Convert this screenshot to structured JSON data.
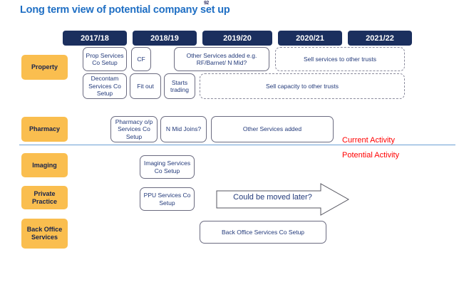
{
  "slide": {
    "title": "Long term view of potential company set up",
    "title_artifact": "92"
  },
  "timeline": {
    "years": [
      {
        "label": "2017/18"
      },
      {
        "label": "2018/19"
      },
      {
        "label": "2019/20"
      },
      {
        "label": "2020/21"
      },
      {
        "label": "2021/22"
      }
    ]
  },
  "rows": [
    {
      "key": "property",
      "label": "Property"
    },
    {
      "key": "pharmacy",
      "label": "Pharmacy"
    },
    {
      "key": "imaging",
      "label": "Imaging"
    },
    {
      "key": "private",
      "label": "Private Practice"
    },
    {
      "key": "backoffice",
      "label": "Back Office Services"
    }
  ],
  "boxes": {
    "prop_setup": "Prop Services Co Setup",
    "cf": "CF",
    "other_services": "Other Services added e.g. RF/Barnet/ N Mid?",
    "sell_services": "Sell services to other trusts",
    "decontam": "Decontam Services Co Setup",
    "fit_out": "Fit out",
    "starts_trading": "Starts trading",
    "sell_capacity": "Sell capacity to other trusts",
    "pharmacy_setup": "Pharmacy o/p Services Co Setup",
    "nmid_joins": "N Mid Joins?",
    "other_added": "Other Services added",
    "imaging_setup": "Imaging Services Co Setup",
    "ppu_setup": "PPU Services Co Setup",
    "backoffice_setup": "Back Office Services Co Setup"
  },
  "arrow": {
    "label": "Could be moved later?"
  },
  "legend": {
    "current": "Current Activity",
    "potential": "Potential Activity"
  },
  "colors": {
    "title": "#1f6fc4",
    "year_pill": "#1b2f5e",
    "row_label": "#fabe4f",
    "box_text": "#233a7a",
    "legend": "#ff0000",
    "divider": "#6b9fd4"
  }
}
